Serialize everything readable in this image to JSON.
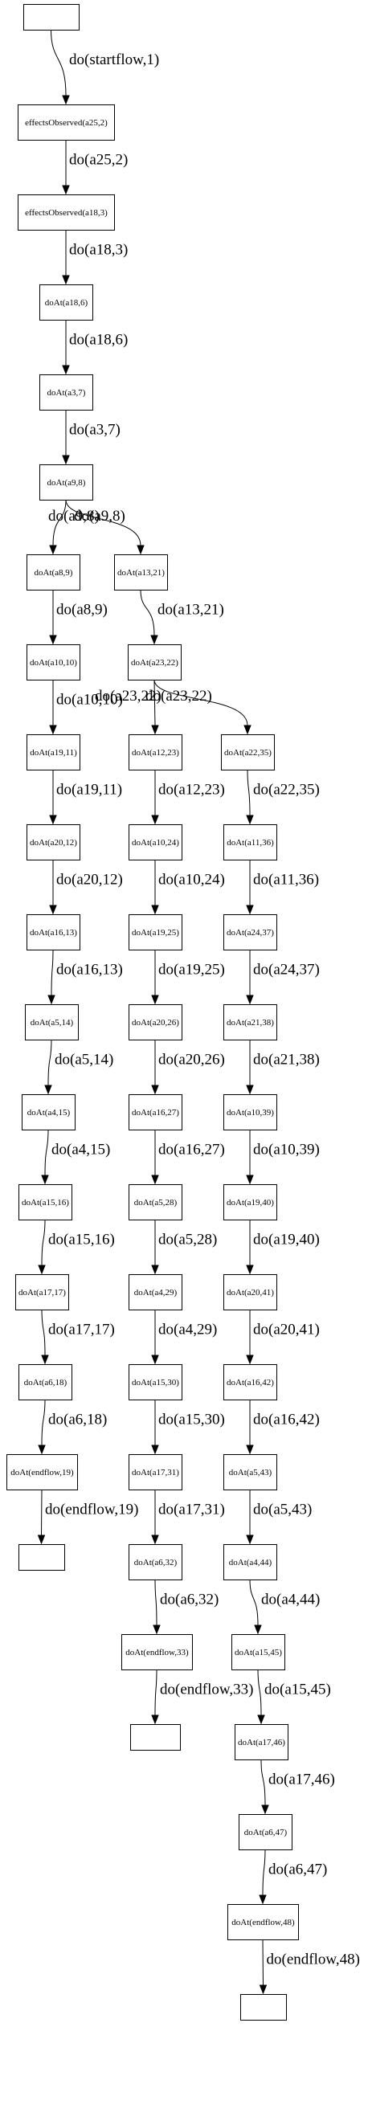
{
  "diagram": {
    "nodes": [
      {
        "id": "start",
        "label": ""
      },
      {
        "id": "n1",
        "label": "effectsObserved(a25,2)"
      },
      {
        "id": "n2",
        "label": "effectsObserved(a18,3)"
      },
      {
        "id": "n3",
        "label": "doAt(a18,6)"
      },
      {
        "id": "n4",
        "label": "doAt(a3,7)"
      },
      {
        "id": "n5",
        "label": "doAt(a9,8)"
      },
      {
        "id": "L1",
        "label": "doAt(a8,9)"
      },
      {
        "id": "L2",
        "label": "doAt(a10,10)"
      },
      {
        "id": "L3",
        "label": "doAt(a19,11)"
      },
      {
        "id": "L4",
        "label": "doAt(a20,12)"
      },
      {
        "id": "L5",
        "label": "doAt(a16,13)"
      },
      {
        "id": "L6",
        "label": "doAt(a5,14)"
      },
      {
        "id": "L7",
        "label": "doAt(a4,15)"
      },
      {
        "id": "L8",
        "label": "doAt(a15,16)"
      },
      {
        "id": "L9",
        "label": "doAt(a17,17)"
      },
      {
        "id": "L10",
        "label": "doAt(a6,18)"
      },
      {
        "id": "L11",
        "label": "doAt(endflow,19)"
      },
      {
        "id": "Lend",
        "label": ""
      },
      {
        "id": "R1",
        "label": "doAt(a13,21)"
      },
      {
        "id": "R2",
        "label": "doAt(a23,22)"
      },
      {
        "id": "M1",
        "label": "doAt(a12,23)"
      },
      {
        "id": "M2",
        "label": "doAt(a10,24)"
      },
      {
        "id": "M3",
        "label": "doAt(a19,25)"
      },
      {
        "id": "M4",
        "label": "doAt(a20,26)"
      },
      {
        "id": "M5",
        "label": "doAt(a16,27)"
      },
      {
        "id": "M6",
        "label": "doAt(a5,28)"
      },
      {
        "id": "M7",
        "label": "doAt(a4,29)"
      },
      {
        "id": "M8",
        "label": "doAt(a15,30)"
      },
      {
        "id": "M9",
        "label": "doAt(a17,31)"
      },
      {
        "id": "M10",
        "label": "doAt(a6,32)"
      },
      {
        "id": "M11",
        "label": "doAt(endflow,33)"
      },
      {
        "id": "Mend",
        "label": ""
      },
      {
        "id": "Z1",
        "label": "doAt(a22,35)"
      },
      {
        "id": "Z2",
        "label": "doAt(a11,36)"
      },
      {
        "id": "Z3",
        "label": "doAt(a24,37)"
      },
      {
        "id": "Z4",
        "label": "doAt(a21,38)"
      },
      {
        "id": "Z5",
        "label": "doAt(a10,39)"
      },
      {
        "id": "Z6",
        "label": "doAt(a19,40)"
      },
      {
        "id": "Z7",
        "label": "doAt(a20,41)"
      },
      {
        "id": "Z8",
        "label": "doAt(a16,42)"
      },
      {
        "id": "Z9",
        "label": "doAt(a5,43)"
      },
      {
        "id": "Z10",
        "label": "doAt(a4,44)"
      },
      {
        "id": "Z11",
        "label": "doAt(a15,45)"
      },
      {
        "id": "Z12",
        "label": "doAt(a17,46)"
      },
      {
        "id": "Z13",
        "label": "doAt(a6,47)"
      },
      {
        "id": "Z14",
        "label": "doAt(endflow,48)"
      },
      {
        "id": "Zend",
        "label": ""
      }
    ],
    "edges": [
      {
        "from": "start",
        "to": "n1",
        "label": "do(startflow,1)"
      },
      {
        "from": "n1",
        "to": "n2",
        "label": "do(a25,2)"
      },
      {
        "from": "n2",
        "to": "n3",
        "label": "do(a18,3)"
      },
      {
        "from": "n3",
        "to": "n4",
        "label": "do(a18,6)"
      },
      {
        "from": "n4",
        "to": "n5",
        "label": "do(a3,7)"
      },
      {
        "from": "n5",
        "to": "L1",
        "label": "do(a9,8)"
      },
      {
        "from": "n5",
        "to": "R1",
        "label": "do(a9,8)"
      },
      {
        "from": "L1",
        "to": "L2",
        "label": "do(a8,9)"
      },
      {
        "from": "L2",
        "to": "L3",
        "label": "do(a10,10)"
      },
      {
        "from": "L3",
        "to": "L4",
        "label": "do(a19,11)"
      },
      {
        "from": "L4",
        "to": "L5",
        "label": "do(a20,12)"
      },
      {
        "from": "L5",
        "to": "L6",
        "label": "do(a16,13)"
      },
      {
        "from": "L6",
        "to": "L7",
        "label": "do(a5,14)"
      },
      {
        "from": "L7",
        "to": "L8",
        "label": "do(a4,15)"
      },
      {
        "from": "L8",
        "to": "L9",
        "label": "do(a15,16)"
      },
      {
        "from": "L9",
        "to": "L10",
        "label": "do(a17,17)"
      },
      {
        "from": "L10",
        "to": "L11",
        "label": "do(a6,18)"
      },
      {
        "from": "L11",
        "to": "Lend",
        "label": "do(endflow,19)"
      },
      {
        "from": "R1",
        "to": "R2",
        "label": "do(a13,21)"
      },
      {
        "from": "R2",
        "to": "M1",
        "label": "do(a23,22)"
      },
      {
        "from": "R2",
        "to": "Z1",
        "label": "do(a23,22)"
      },
      {
        "from": "M1",
        "to": "M2",
        "label": "do(a12,23)"
      },
      {
        "from": "M2",
        "to": "M3",
        "label": "do(a10,24)"
      },
      {
        "from": "M3",
        "to": "M4",
        "label": "do(a19,25)"
      },
      {
        "from": "M4",
        "to": "M5",
        "label": "do(a20,26)"
      },
      {
        "from": "M5",
        "to": "M6",
        "label": "do(a16,27)"
      },
      {
        "from": "M6",
        "to": "M7",
        "label": "do(a5,28)"
      },
      {
        "from": "M7",
        "to": "M8",
        "label": "do(a4,29)"
      },
      {
        "from": "M8",
        "to": "M9",
        "label": "do(a15,30)"
      },
      {
        "from": "M9",
        "to": "M10",
        "label": "do(a17,31)"
      },
      {
        "from": "M10",
        "to": "M11",
        "label": "do(a6,32)"
      },
      {
        "from": "M11",
        "to": "Mend",
        "label": "do(endflow,33)"
      },
      {
        "from": "Z1",
        "to": "Z2",
        "label": "do(a22,35)"
      },
      {
        "from": "Z2",
        "to": "Z3",
        "label": "do(a11,36)"
      },
      {
        "from": "Z3",
        "to": "Z4",
        "label": "do(a24,37)"
      },
      {
        "from": "Z4",
        "to": "Z5",
        "label": "do(a21,38)"
      },
      {
        "from": "Z5",
        "to": "Z6",
        "label": "do(a10,39)"
      },
      {
        "from": "Z6",
        "to": "Z7",
        "label": "do(a19,40)"
      },
      {
        "from": "Z7",
        "to": "Z8",
        "label": "do(a20,41)"
      },
      {
        "from": "Z8",
        "to": "Z9",
        "label": "do(a16,42)"
      },
      {
        "from": "Z9",
        "to": "Z10",
        "label": "do(a5,43)"
      },
      {
        "from": "Z10",
        "to": "Z11",
        "label": "do(a4,44)"
      },
      {
        "from": "Z11",
        "to": "Z12",
        "label": "do(a15,45)"
      },
      {
        "from": "Z12",
        "to": "Z13",
        "label": "do(a17,46)"
      },
      {
        "from": "Z13",
        "to": "Z14",
        "label": "do(a6,47)"
      },
      {
        "from": "Z14",
        "to": "Zend",
        "label": "do(endflow,48)"
      }
    ]
  }
}
